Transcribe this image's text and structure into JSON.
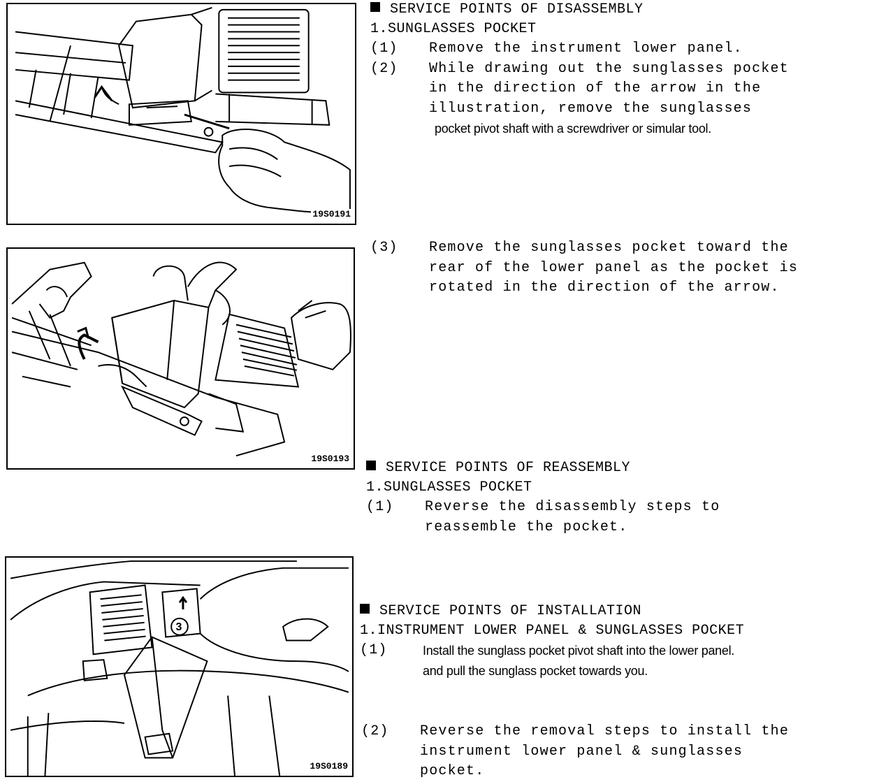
{
  "figures": [
    {
      "code": "19S0191"
    },
    {
      "code": "19S0193"
    },
    {
      "code": "19S0189"
    }
  ],
  "disassembly": {
    "heading": "SERVICE POINTS OF DISASSEMBLY",
    "subheading": "1.SUNGLASSES POCKET",
    "steps": [
      {
        "num": "(1)",
        "lines": [
          "Remove the instrument lower panel."
        ]
      },
      {
        "num": "(2)",
        "lines": [
          "While drawing out the sunglasses pocket",
          "in the direction of the arrow in the",
          "illustration, remove the sunglasses",
          "pocket pivot shaft with a screwdriver or simular tool."
        ]
      },
      {
        "num": "(3)",
        "lines": [
          "Remove the sunglasses pocket toward the",
          "rear of the lower panel as the pocket is",
          "rotated in the direction of the arrow."
        ]
      }
    ]
  },
  "reassembly": {
    "heading": "SERVICE POINTS OF REASSEMBLY",
    "subheading": "1.SUNGLASSES POCKET",
    "steps": [
      {
        "num": "(1)",
        "lines": [
          "Reverse the disassembly steps to",
          "reassemble the pocket."
        ]
      }
    ]
  },
  "installation": {
    "heading": "SERVICE POINTS OF INSTALLATION",
    "subheading": "1.INSTRUMENT LOWER PANEL & SUNGLASSES POCKET",
    "steps": [
      {
        "num": "(1)",
        "lines": [
          "Install the sunglass pocket pivot shaft into the lower panel.",
          "and pull the sunglass pocket towards you."
        ]
      },
      {
        "num": "(2)",
        "lines": [
          "Reverse the removal steps to install the",
          "instrument lower panel & sunglasses",
          "pocket."
        ]
      }
    ]
  },
  "callout": {
    "label": "3"
  }
}
